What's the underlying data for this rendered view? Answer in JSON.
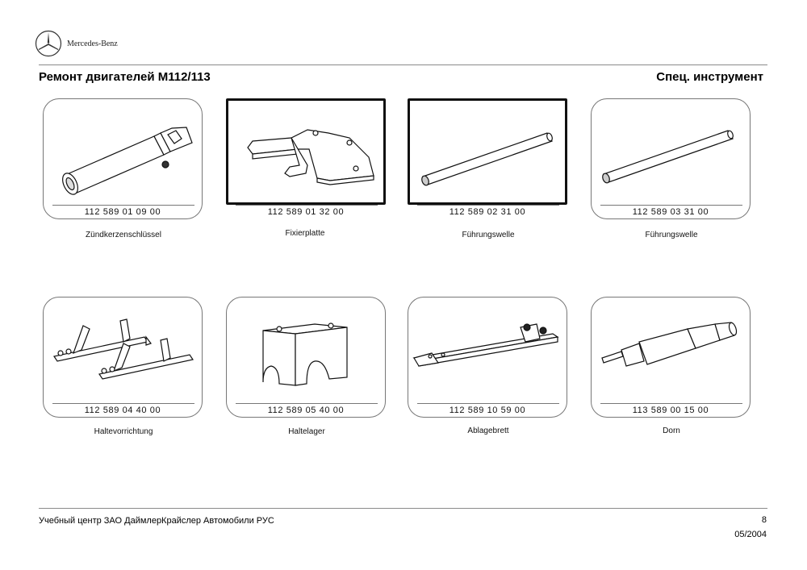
{
  "brand": {
    "name": "Mercedes-Benz",
    "logo_icon": "mercedes-star-icon"
  },
  "header": {
    "title_left": "Ремонт двигателей М112/113",
    "title_right": "Спец. инструмент"
  },
  "tools": [
    {
      "part_number": "112 589 01 09 00",
      "name": "Zündkerzenschlüssel",
      "icon": "spark-plug-wrench-icon"
    },
    {
      "part_number": "112 589 01 32 00",
      "name": "Fixierplatte",
      "icon": "fixing-plate-icon"
    },
    {
      "part_number": "112 589 02 31 00",
      "name": "Führungswelle",
      "icon": "guide-shaft-icon"
    },
    {
      "part_number": "112 589 03 31 00",
      "name": "Führungswelle",
      "icon": "guide-shaft-icon"
    },
    {
      "part_number": "112 589 04 40 00",
      "name": "Haltevorrichtung",
      "icon": "holding-fixture-icon"
    },
    {
      "part_number": "112 589 05 40 00",
      "name": "Haltelager",
      "icon": "support-block-icon"
    },
    {
      "part_number": "112 589 10 59 00",
      "name": "Ablagebrett",
      "icon": "storage-board-icon"
    },
    {
      "part_number": "113 589 00 15 00",
      "name": "Dorn",
      "icon": "mandrel-icon"
    }
  ],
  "footer": {
    "organization": "Учебный центр ЗАО ДаймлерКрайслер Автомобили РУС",
    "page_number": "8",
    "date": "05/2004"
  }
}
